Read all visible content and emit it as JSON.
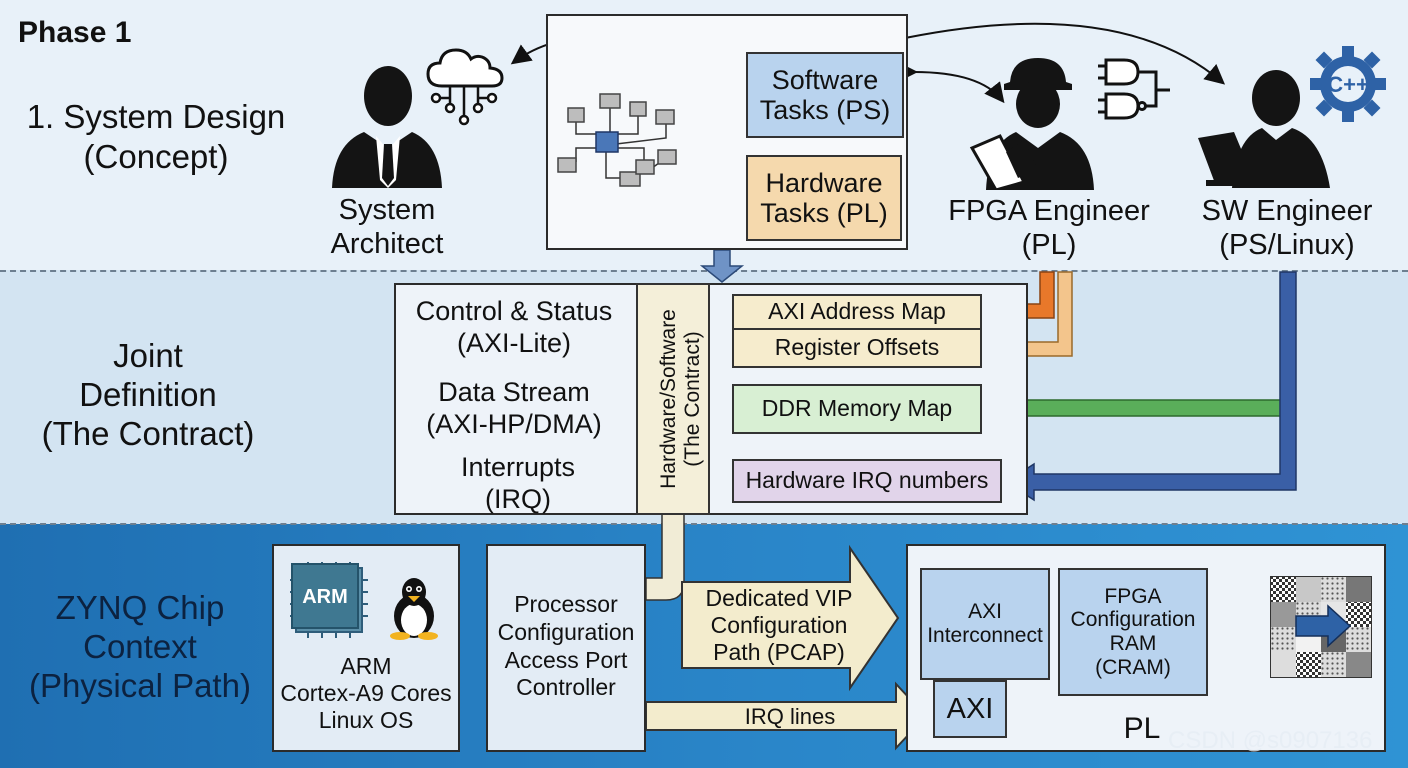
{
  "phase": {
    "title": "Phase 1"
  },
  "system_design": {
    "label_line1": "1. System Design",
    "label_line2": "(Concept)",
    "architect_line1": "System",
    "architect_line2": "Architect",
    "software_tasks_line1": "Software",
    "software_tasks_line2": "Tasks (PS)",
    "hardware_tasks_line1": "Hardware",
    "hardware_tasks_line2": "Tasks (PL)",
    "fpga_engineer_line1": "FPGA Engineer",
    "fpga_engineer_line2": "(PL)",
    "sw_engineer_line1": "SW Engineer",
    "sw_engineer_line2": "(PS/Linux)",
    "cpp_icon_text": "C++"
  },
  "joint_definition": {
    "label_line1": "Joint",
    "label_line2": "Definition",
    "label_line3": "(The Contract)",
    "control_line1": "Control & Status",
    "control_line2": "(AXI-Lite)",
    "data_line1": "Data Stream",
    "data_line2": "(AXI-HP/DMA)",
    "irq_line1": "Interrupts",
    "irq_line2": "(IRQ)",
    "contract_line1": "Hardware/Software",
    "contract_line2": "(The Contract)",
    "axi_address_map": "AXI Address Map",
    "register_offsets": "Register Offsets",
    "ddr_memory_map": "DDR Memory Map",
    "hardware_irq_numbers": "Hardware IRQ numbers"
  },
  "zynq": {
    "label_line1": "ZYNQ Chip",
    "label_line2": "Context",
    "label_line3": "(Physical Path)",
    "arm_chip_text": "ARM",
    "arm_line1": "ARM",
    "arm_line2": "Cortex-A9 Cores",
    "arm_line3": "Linux OS",
    "pcap_line1": "Processor",
    "pcap_line2": "Configuration",
    "pcap_line3": "Access Port",
    "pcap_line4": "Controller",
    "vip_line1": "Dedicated VIP",
    "vip_line2": "Configuration",
    "vip_line3": "Path (PCAP)",
    "irq_lines": "IRQ lines",
    "axi_inter_line1": "AXI",
    "axi_inter_line2": "Interconnect",
    "axi_port": "AXI",
    "cram_line1": "FPGA",
    "cram_line2": "Configuration",
    "cram_line3": "RAM",
    "cram_line4": "(CRAM)",
    "pl": "PL"
  },
  "watermark": "CSDN @s0907136",
  "colors": {
    "orange": "#e8782a",
    "light_orange": "#f3c58c",
    "green": "#5aae5a",
    "blue_arrow": "#3a5fa6",
    "software_fill": "#b9d3ee",
    "hardware_fill": "#f5d9ad",
    "axi_fill": "#f6eccd",
    "ddr_fill": "#d8efd3",
    "irq_fill": "#e1d4ea"
  }
}
